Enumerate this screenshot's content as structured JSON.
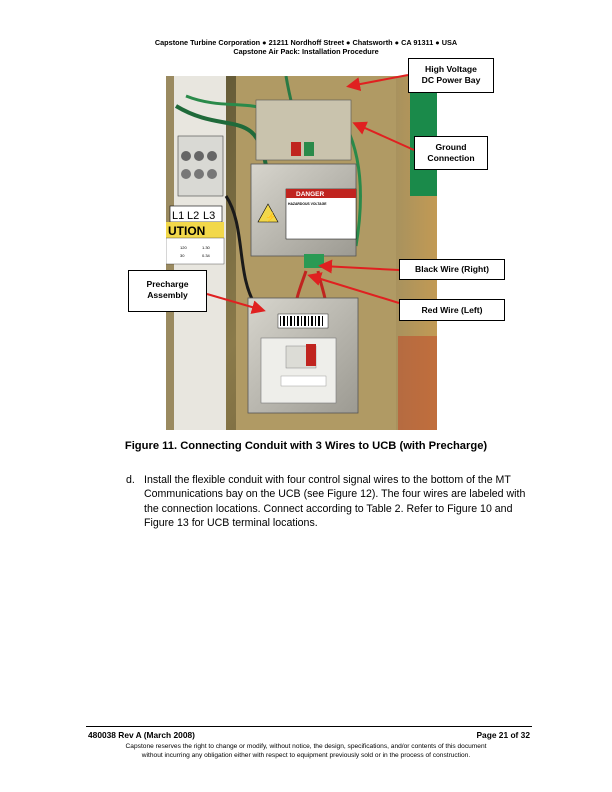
{
  "header": {
    "line1": "Capstone Turbine Corporation ● 21211 Nordhoff Street ● Chatsworth ● CA 91311 ● USA",
    "line2": "Capstone Air Pack: Installation Procedure"
  },
  "photo": {
    "terminal_labels": [
      "L1",
      "L2",
      "L3"
    ],
    "caution_text": "UTION",
    "danger_label": "DANGER",
    "danger_sub": "HAZARDOUS VOLTAGE",
    "table_rows": [
      [
        "120",
        "1.30"
      ],
      [
        "30",
        "0.34"
      ]
    ]
  },
  "callouts": {
    "high_voltage": [
      "High Voltage",
      "DC Power Bay"
    ],
    "ground": [
      "Ground",
      "Connection"
    ],
    "black_wire": "Black Wire (Right)",
    "precharge": [
      "Precharge",
      "Assembly"
    ],
    "red_wire": "Red Wire (Left)"
  },
  "figure_caption": "Figure 11. Connecting Conduit with 3 Wires to UCB (with Precharge)",
  "step": {
    "letter": "d.",
    "text": "Install the flexible conduit with four control signal wires to the bottom of the MT Communications bay on the UCB (see Figure 12). The four wires are labeled with the connection locations. Connect according to Table 2. Refer to Figure 10 and Figure 13 for UCB terminal locations."
  },
  "footer": {
    "doc_id": "480038 Rev A (March 2008)",
    "page": "Page 21 of 32",
    "disclaimer_line1": "Capstone reserves the right to change or modify, without notice, the design, specifications, and/or contents of this document",
    "disclaimer_line2": "without incurring any obligation either with respect to equipment previously sold or in the process of construction."
  }
}
